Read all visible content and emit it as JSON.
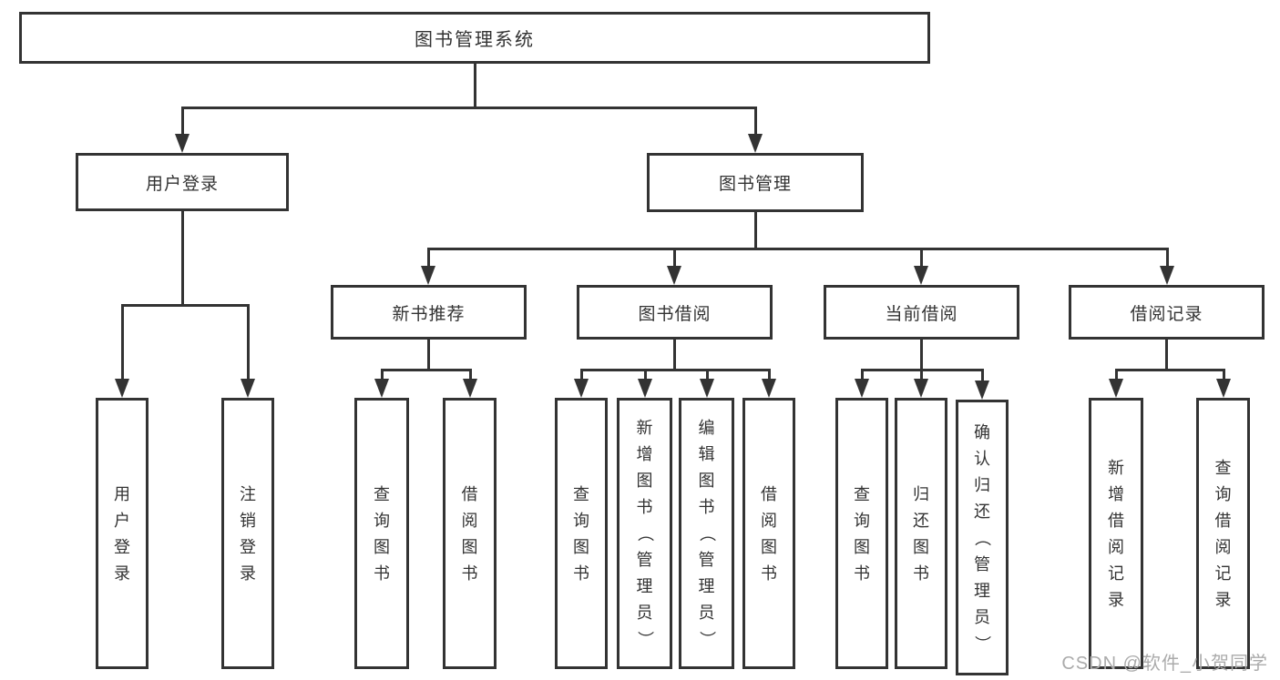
{
  "diagram": {
    "nodes": [
      {
        "id": "root",
        "label": "图书管理系统",
        "parent": null
      },
      {
        "id": "user-login",
        "label": "用户登录",
        "parent": "root"
      },
      {
        "id": "book-mgmt",
        "label": "图书管理",
        "parent": "root"
      },
      {
        "id": "new-book-rec",
        "label": "新书推荐",
        "parent": "book-mgmt"
      },
      {
        "id": "book-borrow",
        "label": "图书借阅",
        "parent": "book-mgmt"
      },
      {
        "id": "current-borrow",
        "label": "当前借阅",
        "parent": "book-mgmt"
      },
      {
        "id": "borrow-records",
        "label": "借阅记录",
        "parent": "book-mgmt"
      },
      {
        "id": "leaf-user-login",
        "label": "用户登录",
        "parent": "user-login"
      },
      {
        "id": "leaf-logout",
        "label": "注销登录",
        "parent": "user-login"
      },
      {
        "id": "leaf-nb-query",
        "label": "查询图书",
        "parent": "new-book-rec"
      },
      {
        "id": "leaf-nb-borrow",
        "label": "借阅图书",
        "parent": "new-book-rec"
      },
      {
        "id": "leaf-bb-query",
        "label": "查询图书",
        "parent": "book-borrow"
      },
      {
        "id": "leaf-bb-add",
        "label": "新增图书（管理员）",
        "parent": "book-borrow"
      },
      {
        "id": "leaf-bb-edit",
        "label": "编辑图书（管理员）",
        "parent": "book-borrow"
      },
      {
        "id": "leaf-bb-borrow",
        "label": "借阅图书",
        "parent": "book-borrow"
      },
      {
        "id": "leaf-cb-query",
        "label": "查询图书",
        "parent": "current-borrow"
      },
      {
        "id": "leaf-cb-return",
        "label": "归还图书",
        "parent": "current-borrow"
      },
      {
        "id": "leaf-cb-confirm",
        "label": "确认归还（管理员）",
        "parent": "current-borrow"
      },
      {
        "id": "leaf-br-add",
        "label": "新增借阅记录",
        "parent": "borrow-records"
      },
      {
        "id": "leaf-br-query",
        "label": "查询借阅记录",
        "parent": "borrow-records"
      }
    ]
  },
  "watermark": {
    "text": "CSDN @软件_小贺同学"
  },
  "colors": {
    "line": "#333333",
    "text": "#333333",
    "watermark": "#ababab",
    "background": "#ffffff"
  }
}
